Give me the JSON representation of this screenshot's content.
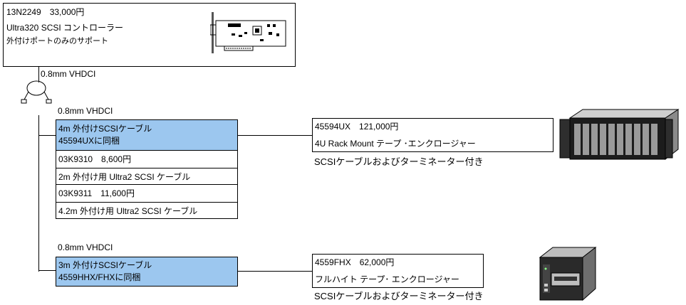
{
  "controller": {
    "line1": "13N2249　33,000円",
    "line2": "Ultra320 SCSI コントローラー",
    "line3": "外付けポートのみのサポート"
  },
  "connector_label_top": "0.8mm VHDCI",
  "group1": {
    "connector_label": "0.8mm VHDCI",
    "cable_main": {
      "line1": "4m 外付けSCSIケーブル",
      "line2": "45594UXに同梱"
    },
    "cable_alt1": {
      "line1": "03K9310　8,600円",
      "line2": "2m 外付け用 Ultra2 SCSI ケーブル"
    },
    "cable_alt2": {
      "line1": "03K9311　11,600円",
      "line2": "4.2m 外付け用 Ultra2 SCSI ケーブル"
    },
    "device": {
      "line1": "45594UX　121,000円",
      "line2": "4U Rack Mount テープ ･エンクロージャー"
    },
    "note": "SCSIケーブルおよびターミネーター付き"
  },
  "group2": {
    "connector_label": "0.8mm VHDCI",
    "cable_main": {
      "line1": "3m 外付けSCSIケーブル",
      "line2": "4559HHX/FHXに同梱"
    },
    "device": {
      "line1": "4559FHX　62,000円",
      "line2": "フルハイト テープ･ エンクロージャー"
    },
    "note": "SCSIケーブルおよびターミネーター付き"
  },
  "colors": {
    "highlight": "#9cc7ef",
    "line": "#000000"
  },
  "icons": [
    "scsi-card-icon",
    "cable-coil-icon",
    "rack-tape-enclosure-icon",
    "desktop-tape-enclosure-icon"
  ]
}
